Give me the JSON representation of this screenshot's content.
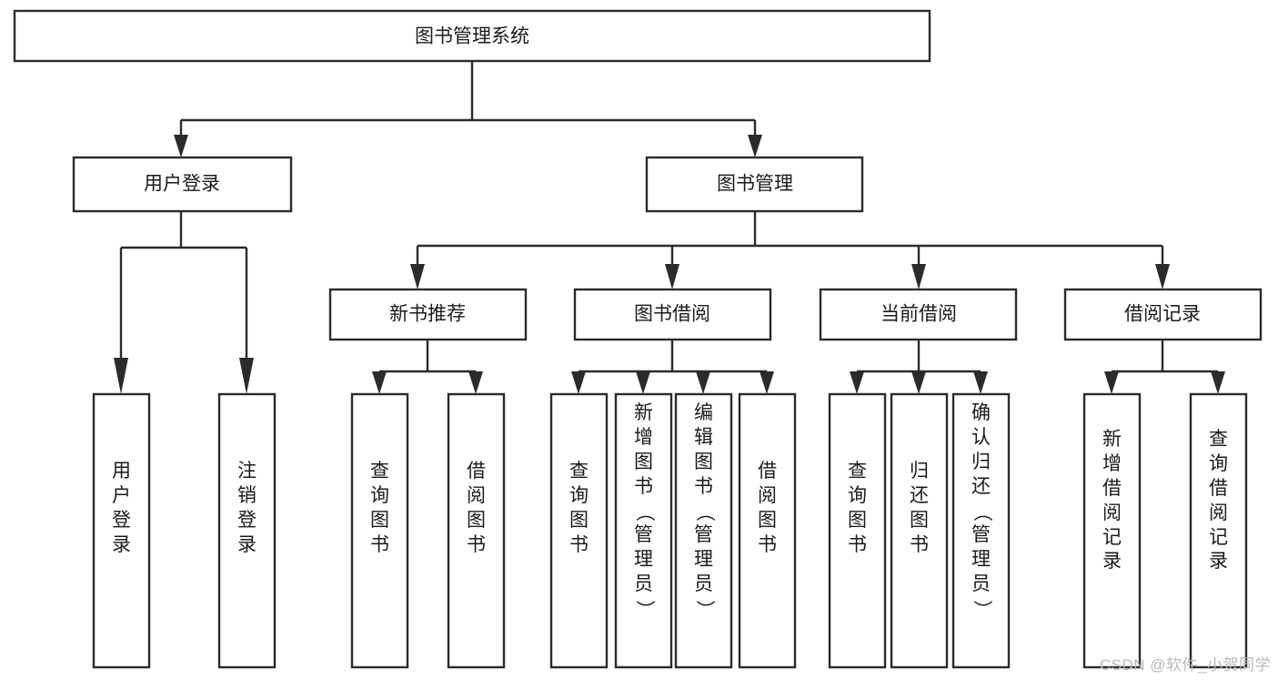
{
  "diagram": {
    "type": "tree-hierarchy",
    "orientation": "top-down",
    "root": {
      "label": "图书管理系统"
    },
    "level2": [
      {
        "id": "user-login",
        "label": "用户登录"
      },
      {
        "id": "book-management",
        "label": "图书管理"
      }
    ],
    "level3": [
      {
        "id": "new-book-recommend",
        "label": "新书推荐",
        "parent": "book-management"
      },
      {
        "id": "book-borrow",
        "label": "图书借阅",
        "parent": "book-management"
      },
      {
        "id": "current-borrow",
        "label": "当前借阅",
        "parent": "book-management"
      },
      {
        "id": "borrow-record",
        "label": "借阅记录",
        "parent": "book-management"
      }
    ],
    "leaves": {
      "user_login": [
        {
          "id": "leaf-user-login",
          "label": "用户登录"
        },
        {
          "id": "leaf-user-logout",
          "label": "注销登录"
        }
      ],
      "new_book_recommend": [
        {
          "id": "leaf-query-book-1",
          "label": "查询图书"
        },
        {
          "id": "leaf-borrow-book-1",
          "label": "借阅图书"
        }
      ],
      "book_borrow": [
        {
          "id": "leaf-query-book-2",
          "label": "查询图书"
        },
        {
          "id": "leaf-add-book",
          "label": "新增图书（管理员）"
        },
        {
          "id": "leaf-edit-book",
          "label": "编辑图书（管理员）"
        },
        {
          "id": "leaf-borrow-book-2",
          "label": "借阅图书"
        }
      ],
      "current_borrow": [
        {
          "id": "leaf-query-book-3",
          "label": "查询图书"
        },
        {
          "id": "leaf-return-book",
          "label": "归还图书"
        },
        {
          "id": "leaf-confirm-return",
          "label": "确认归还（管理员）"
        }
      ],
      "borrow_record": [
        {
          "id": "leaf-add-record",
          "label": "新增借阅记录"
        },
        {
          "id": "leaf-query-record",
          "label": "查询借阅记录"
        }
      ]
    }
  },
  "colors": {
    "box_stroke": "#2b2b2b",
    "box_fill": "#ffffff",
    "text": "#1b1b1b",
    "background": "#ffffff",
    "watermark": "#b9b9b9"
  },
  "watermark": {
    "text": "CSDN @软件_小贺同学"
  }
}
